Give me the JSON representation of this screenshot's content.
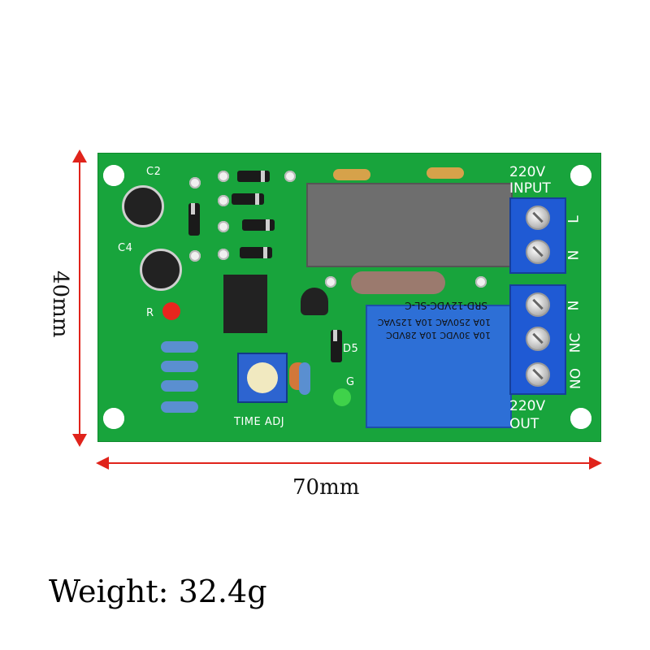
{
  "dimensions": {
    "height": "40mm",
    "width": "70mm"
  },
  "weight": {
    "label": "Weight:",
    "value": "32.4g"
  },
  "board": {
    "labels": {
      "c2": "C2",
      "c4": "C4",
      "r": "R",
      "d5": "D5",
      "g": "G",
      "time_adj": "TIME ADJ",
      "input_voltage": "220V",
      "input": "INPUT",
      "output_voltage": "220V",
      "output": "OUT",
      "l": "L",
      "n_top": "N",
      "n_mid": "N",
      "nc": "NC",
      "no": "NO"
    },
    "relay_lines": [
      "SRD-12VDC-SL-C",
      "10A 250VAC  10A 125VAC",
      "10A 30VDC  10A 28VDC"
    ],
    "colors": {
      "pcb": "#18a43c",
      "relay": "#2d6fd6",
      "terminal": "#1f5ad4",
      "arrow": "#e0231b"
    }
  }
}
